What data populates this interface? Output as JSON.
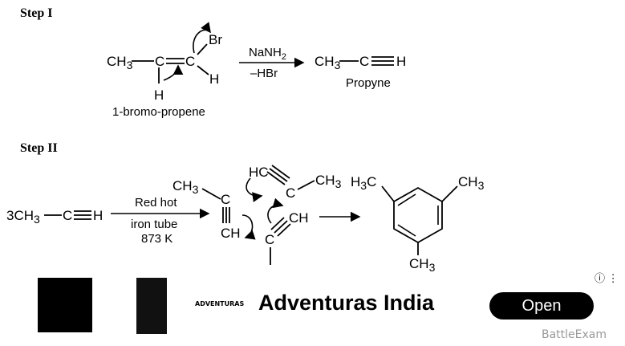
{
  "step1": {
    "heading": "Step I",
    "reactant_name": "1-bromo-propene",
    "reagent_top": "NaNH2",
    "reagent_bottom": "–HBr",
    "product_formula": "CH3—C≡H",
    "product_name": "Propyne"
  },
  "step2": {
    "heading": "Step II",
    "reactant": "3CH3—C≡H",
    "condition_1": "Red hot",
    "condition_2": "iron tube",
    "condition_3": "873 K"
  },
  "ad": {
    "title": "Adventuras India",
    "open_label": "Open",
    "info_icon": "info-icon",
    "logo_text": "ADVENTURAS"
  },
  "watermark": "BattleExam"
}
